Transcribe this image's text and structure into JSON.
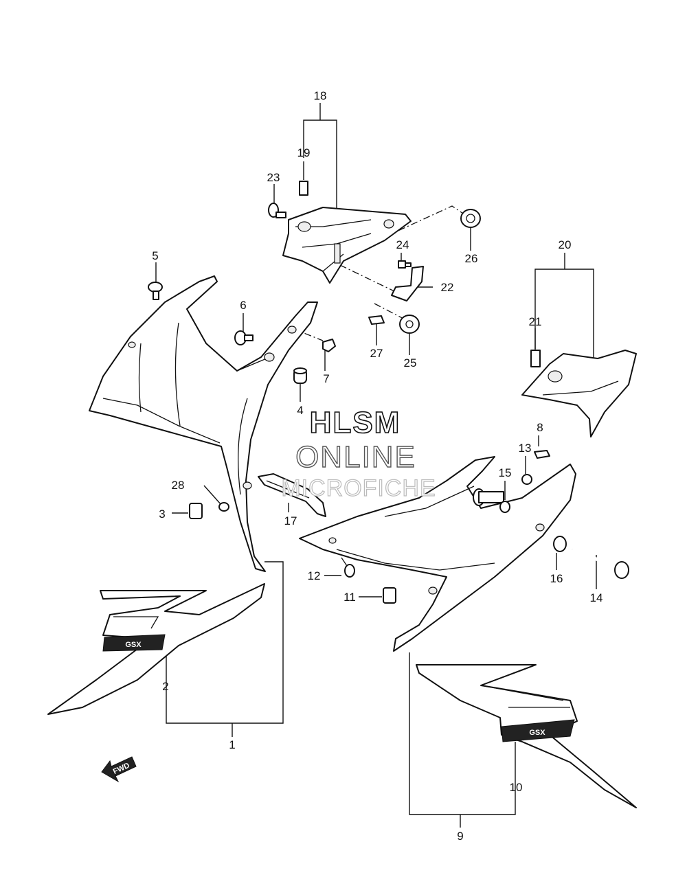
{
  "callouts": {
    "c1": "1",
    "c2": "2",
    "c3": "3",
    "c4": "4",
    "c5": "5",
    "c6": "6",
    "c7": "7",
    "c8": "8",
    "c9": "9",
    "c10": "10",
    "c11": "11",
    "c12": "12",
    "c13": "13",
    "c14": "14",
    "c15": "15",
    "c16": "16",
    "c17": "17",
    "c18": "18",
    "c19": "19",
    "c20": "20",
    "c21": "21",
    "c22": "22",
    "c23": "23",
    "c24": "24",
    "c25": "25",
    "c26": "26",
    "c27": "27",
    "c28": "28"
  },
  "watermark": {
    "line1": "HLSM",
    "line2": "ONLINE",
    "line3": "MICROFICHE"
  },
  "direction_badge": "FWD",
  "decal_text": "GSX"
}
